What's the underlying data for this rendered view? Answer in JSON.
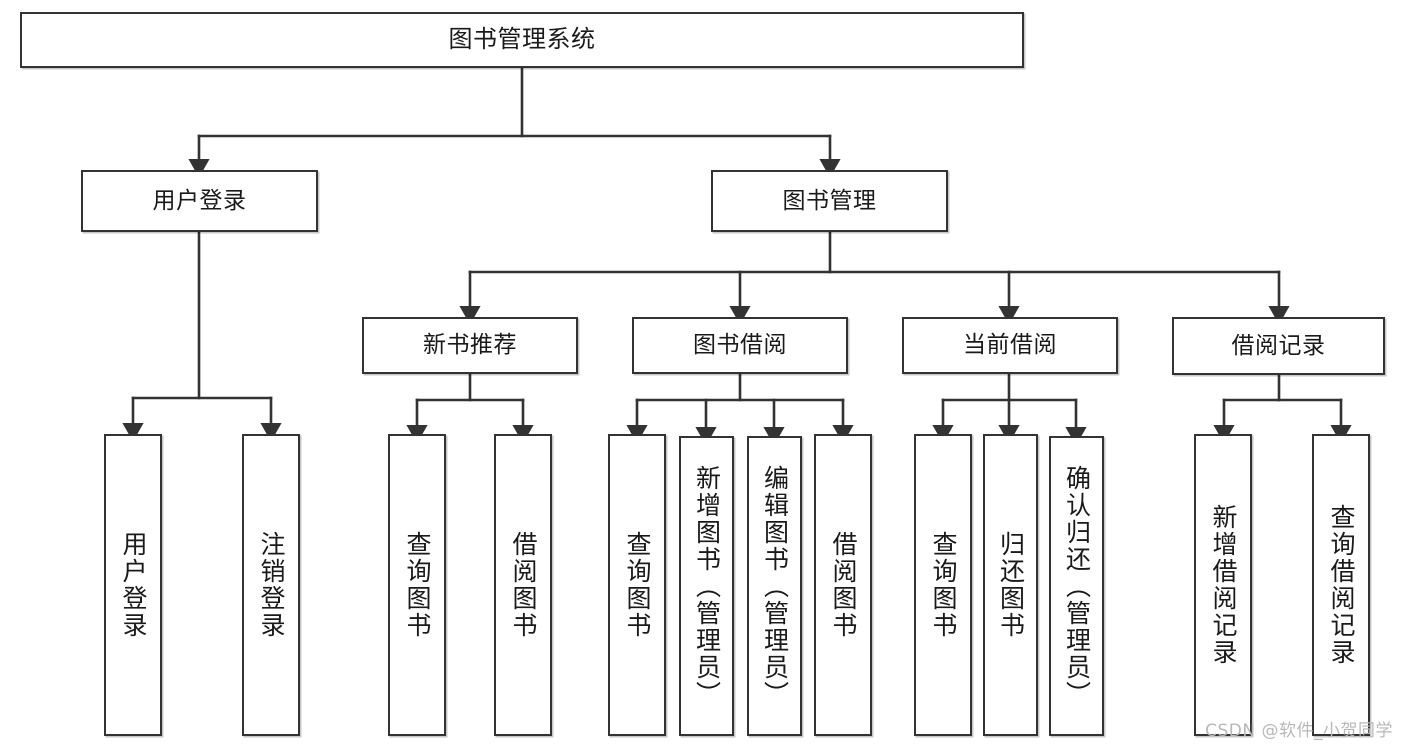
{
  "diagram": {
    "title": "图书管理系统",
    "type": "tree-hierarchy",
    "watermark": "CSDN @软件_小贺同学",
    "colors": {
      "node_border": "#333333",
      "node_fill": "#ffffff",
      "connector": "#333333",
      "text": "#1a1a1a",
      "watermark": "#b8b8b8",
      "background": "#ffffff"
    },
    "nodes": {
      "root": {
        "label": "图书管理系统"
      },
      "level2": [
        {
          "id": "user-login",
          "label": "用户登录"
        },
        {
          "id": "book-management",
          "label": "图书管理"
        }
      ],
      "level3": [
        {
          "id": "new-book-recommend",
          "label": "新书推荐"
        },
        {
          "id": "book-borrow",
          "label": "图书借阅"
        },
        {
          "id": "current-borrow",
          "label": "当前借阅"
        },
        {
          "id": "borrow-record",
          "label": "借阅记录"
        }
      ],
      "leaves": {
        "user_login": [
          {
            "id": "login",
            "label": "用户登录"
          },
          {
            "id": "logout",
            "label": "注销登录"
          }
        ],
        "new_book_recommend": [
          {
            "id": "query-book-1",
            "label": "查询图书"
          },
          {
            "id": "borrow-book-1",
            "label": "借阅图书"
          }
        ],
        "book_borrow": [
          {
            "id": "query-book-2",
            "label": "查询图书"
          },
          {
            "id": "add-book",
            "label": "新增图书（管理员）"
          },
          {
            "id": "edit-book",
            "label": "编辑图书（管理员）"
          },
          {
            "id": "borrow-book-2",
            "label": "借阅图书"
          }
        ],
        "current_borrow": [
          {
            "id": "query-book-3",
            "label": "查询图书"
          },
          {
            "id": "return-book",
            "label": "归还图书"
          },
          {
            "id": "confirm-return",
            "label": "确认归还（管理员）"
          }
        ],
        "borrow_record": [
          {
            "id": "add-borrow-record",
            "label": "新增借阅记录"
          },
          {
            "id": "query-borrow-record",
            "label": "查询借阅记录"
          }
        ]
      }
    }
  }
}
